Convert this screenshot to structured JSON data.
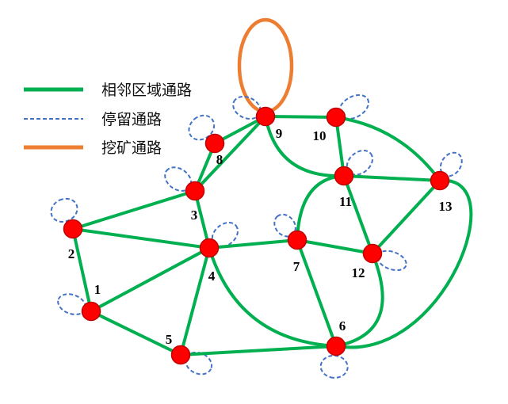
{
  "legend": [
    {
      "label": "相邻区域通路",
      "style": "solid",
      "color": "#00B050"
    },
    {
      "label": "停留通路",
      "style": "dashed",
      "color": "#4472C4"
    },
    {
      "label": "挖矿通路",
      "style": "solid",
      "color": "#ED7D31"
    }
  ],
  "colors": {
    "node_fill": "#FF0000",
    "node_stroke": "#C00000"
  },
  "nodes": [
    {
      "id": "1",
      "label": "1"
    },
    {
      "id": "2",
      "label": "2"
    },
    {
      "id": "3",
      "label": "3"
    },
    {
      "id": "4",
      "label": "4"
    },
    {
      "id": "5",
      "label": "5"
    },
    {
      "id": "6",
      "label": "6"
    },
    {
      "id": "7",
      "label": "7"
    },
    {
      "id": "8",
      "label": "8"
    },
    {
      "id": "9",
      "label": "9"
    },
    {
      "id": "10",
      "label": "10"
    },
    {
      "id": "11",
      "label": "11"
    },
    {
      "id": "12",
      "label": "12"
    },
    {
      "id": "13",
      "label": "13"
    }
  ],
  "edges": [
    [
      "1",
      "2"
    ],
    [
      "1",
      "4"
    ],
    [
      "1",
      "5"
    ],
    [
      "2",
      "3"
    ],
    [
      "2",
      "4"
    ],
    [
      "3",
      "8"
    ],
    [
      "3",
      "4"
    ],
    [
      "3",
      "9"
    ],
    [
      "8",
      "9"
    ],
    [
      "9",
      "10"
    ],
    [
      "9",
      "11"
    ],
    [
      "10",
      "11"
    ],
    [
      "10",
      "13"
    ],
    [
      "11",
      "13"
    ],
    [
      "11",
      "7"
    ],
    [
      "11",
      "12"
    ],
    [
      "13",
      "12"
    ],
    [
      "13",
      "6"
    ],
    [
      "4",
      "7"
    ],
    [
      "4",
      "5"
    ],
    [
      "4",
      "6"
    ],
    [
      "7",
      "12"
    ],
    [
      "7",
      "6"
    ],
    [
      "5",
      "6"
    ],
    [
      "12",
      "6"
    ]
  ],
  "stay_loops": [
    "1",
    "2",
    "3",
    "4",
    "5",
    "6",
    "7",
    "8",
    "9",
    "10",
    "11",
    "12",
    "13"
  ],
  "mining_loops": [
    "9"
  ]
}
